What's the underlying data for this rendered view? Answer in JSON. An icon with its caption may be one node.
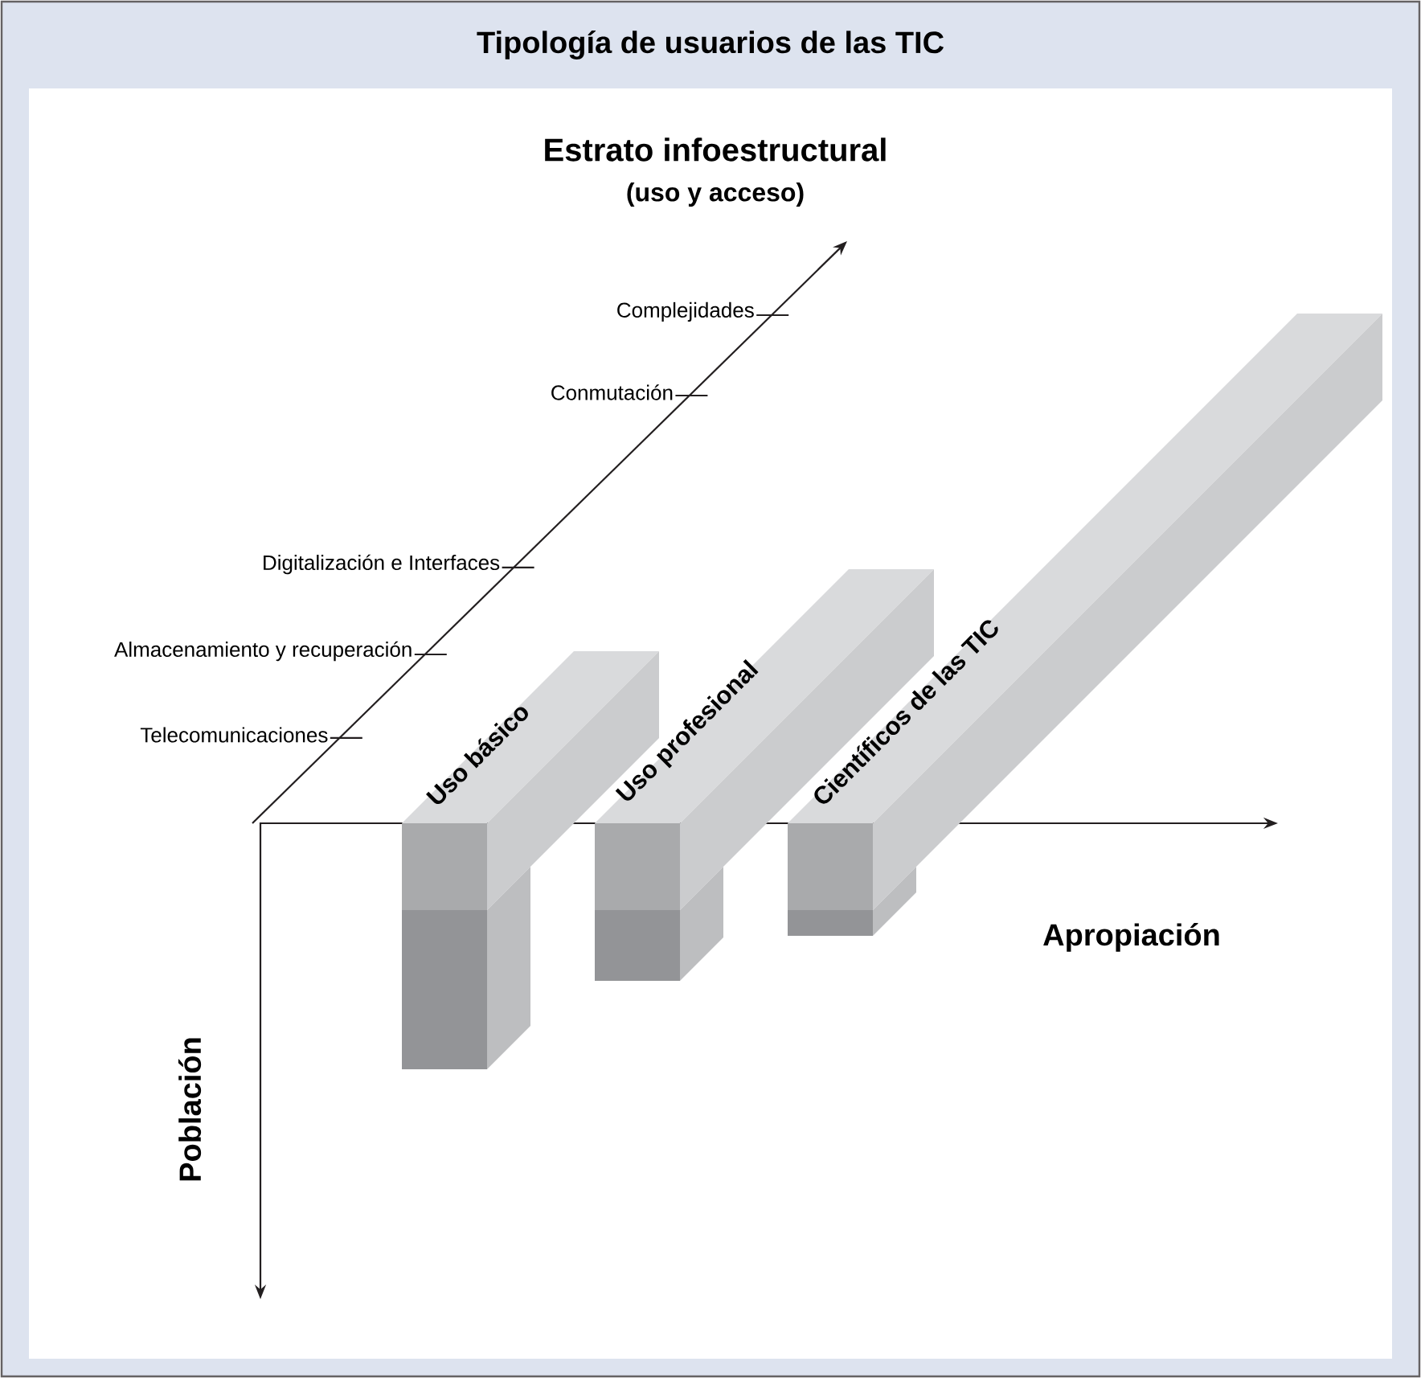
{
  "diagram": {
    "title": "Tipología de usuarios de las TIC",
    "nodes": [
      {
        "text": [
          "Uso básico"
        ]
      },
      {
        "text": [
          "Uso profesional"
        ]
      },
      {
        "text": [
          "Científicos de las TIC"
        ]
      }
    ],
    "labels": [
      "Estrato infoestructural",
      "(uso y acceso)",
      "Complejidades",
      "Conmutación",
      "Digitalización e Interfaces",
      "Almacenamiento y recuperación",
      "Telecomunicaciones",
      "Apropiación",
      "Población"
    ]
  }
}
